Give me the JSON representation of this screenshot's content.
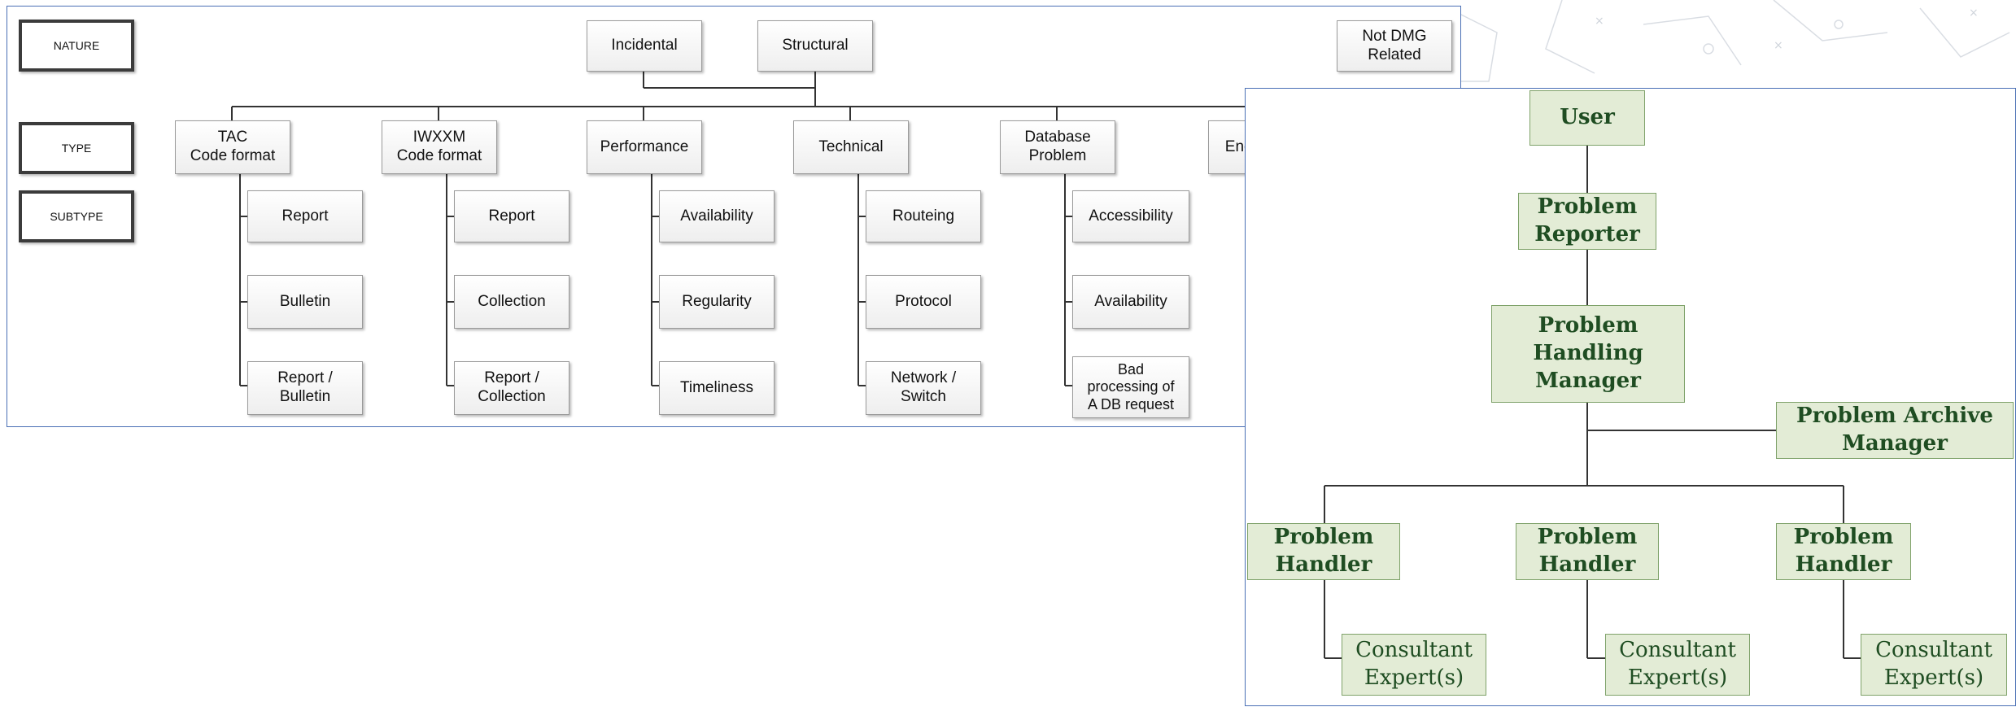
{
  "nature_diagram": {
    "legend": {
      "nature": "NATURE",
      "type": "TYPE",
      "subtype": "SUBTYPE"
    },
    "natures": {
      "incidental": "Incidental",
      "structural": "Structural",
      "not_dmg": "Not DMG\nRelated"
    },
    "types": [
      {
        "label": "TAC\nCode format",
        "subtypes": [
          "Report",
          "Bulletin",
          "Report /\nBulletin"
        ]
      },
      {
        "label": "IWXXM\nCode format",
        "subtypes": [
          "Report",
          "Collection",
          "Report /\nCollection"
        ]
      },
      {
        "label": "Performance",
        "subtypes": [
          "Availability",
          "Regularity",
          "Timeliness"
        ]
      },
      {
        "label": "Technical",
        "subtypes": [
          "Routeing",
          "Protocol",
          "Network /\nSwitch"
        ]
      },
      {
        "label": "Database\nProblem",
        "subtypes": [
          "Accessibility",
          "Availability",
          "Bad\nprocessing of\nA DB request"
        ]
      },
      {
        "label": "End System",
        "subtypes": []
      }
    ]
  },
  "roles_diagram": {
    "user": "User",
    "problem_reporter": "Problem\nReporter",
    "problem_handling_manager": "Problem\nHandling\nManager",
    "problem_archive_manager": "Problem Archive\nManager",
    "handlers": [
      "Problem\nHandler",
      "Problem\nHandler",
      "Problem\nHandler"
    ],
    "consultants": [
      "Consultant\nExpert(s)",
      "Consultant\nExpert(s)",
      "Consultant\nExpert(s)"
    ]
  },
  "colors": {
    "panel_border": "#4a6fb5",
    "role_fill": "#e3ecd6",
    "role_border": "#7fa26a",
    "role_text": "#1f4d22",
    "legend_border": "#3b3b3b"
  }
}
